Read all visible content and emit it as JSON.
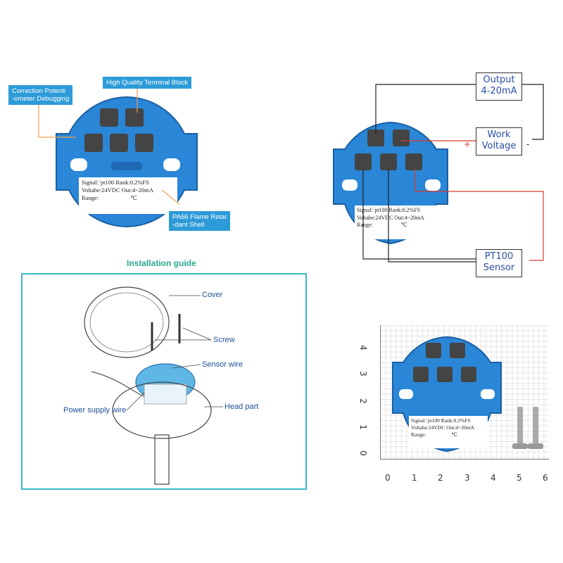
{
  "callouts": {
    "terminal_block": "High Quality Terminal Block",
    "potentiometer": "Correction Potenti\n-ometer Debugging",
    "shell": "PA66 Flame Retar\n-dant Shell"
  },
  "plate": {
    "line1": "Signal:`pt100 Rank:0.2%FS",
    "line2": "Voltabe:24VDC Out:4~20mA",
    "line3a": "Range:",
    "line3b": "℃"
  },
  "wiring": {
    "output": "Output\n4-20mA",
    "work_voltage": "Work\nVoltage",
    "plus": "+",
    "minus": "-",
    "sensor": "PT100\nSensor"
  },
  "guide": {
    "title": "Installation guide",
    "cover": "Cover",
    "screw": "Screw",
    "sensor_wire": "Sensor wire",
    "power_supply_wire": "Power supply wire",
    "head_part": "Head part"
  },
  "ruler": {
    "x_labels": [
      "0",
      "1",
      "2",
      "3",
      "4",
      "5",
      "6"
    ],
    "y_labels": [
      "4",
      "3",
      "2",
      "1",
      "0"
    ]
  },
  "colors": {
    "module_blue": "#2a86d6",
    "callout_blue": "#2d9bd8",
    "guide_teal": "#3cb8c6",
    "guide_title_green": "#2aa78c",
    "wire_red": "#d93a2b"
  }
}
